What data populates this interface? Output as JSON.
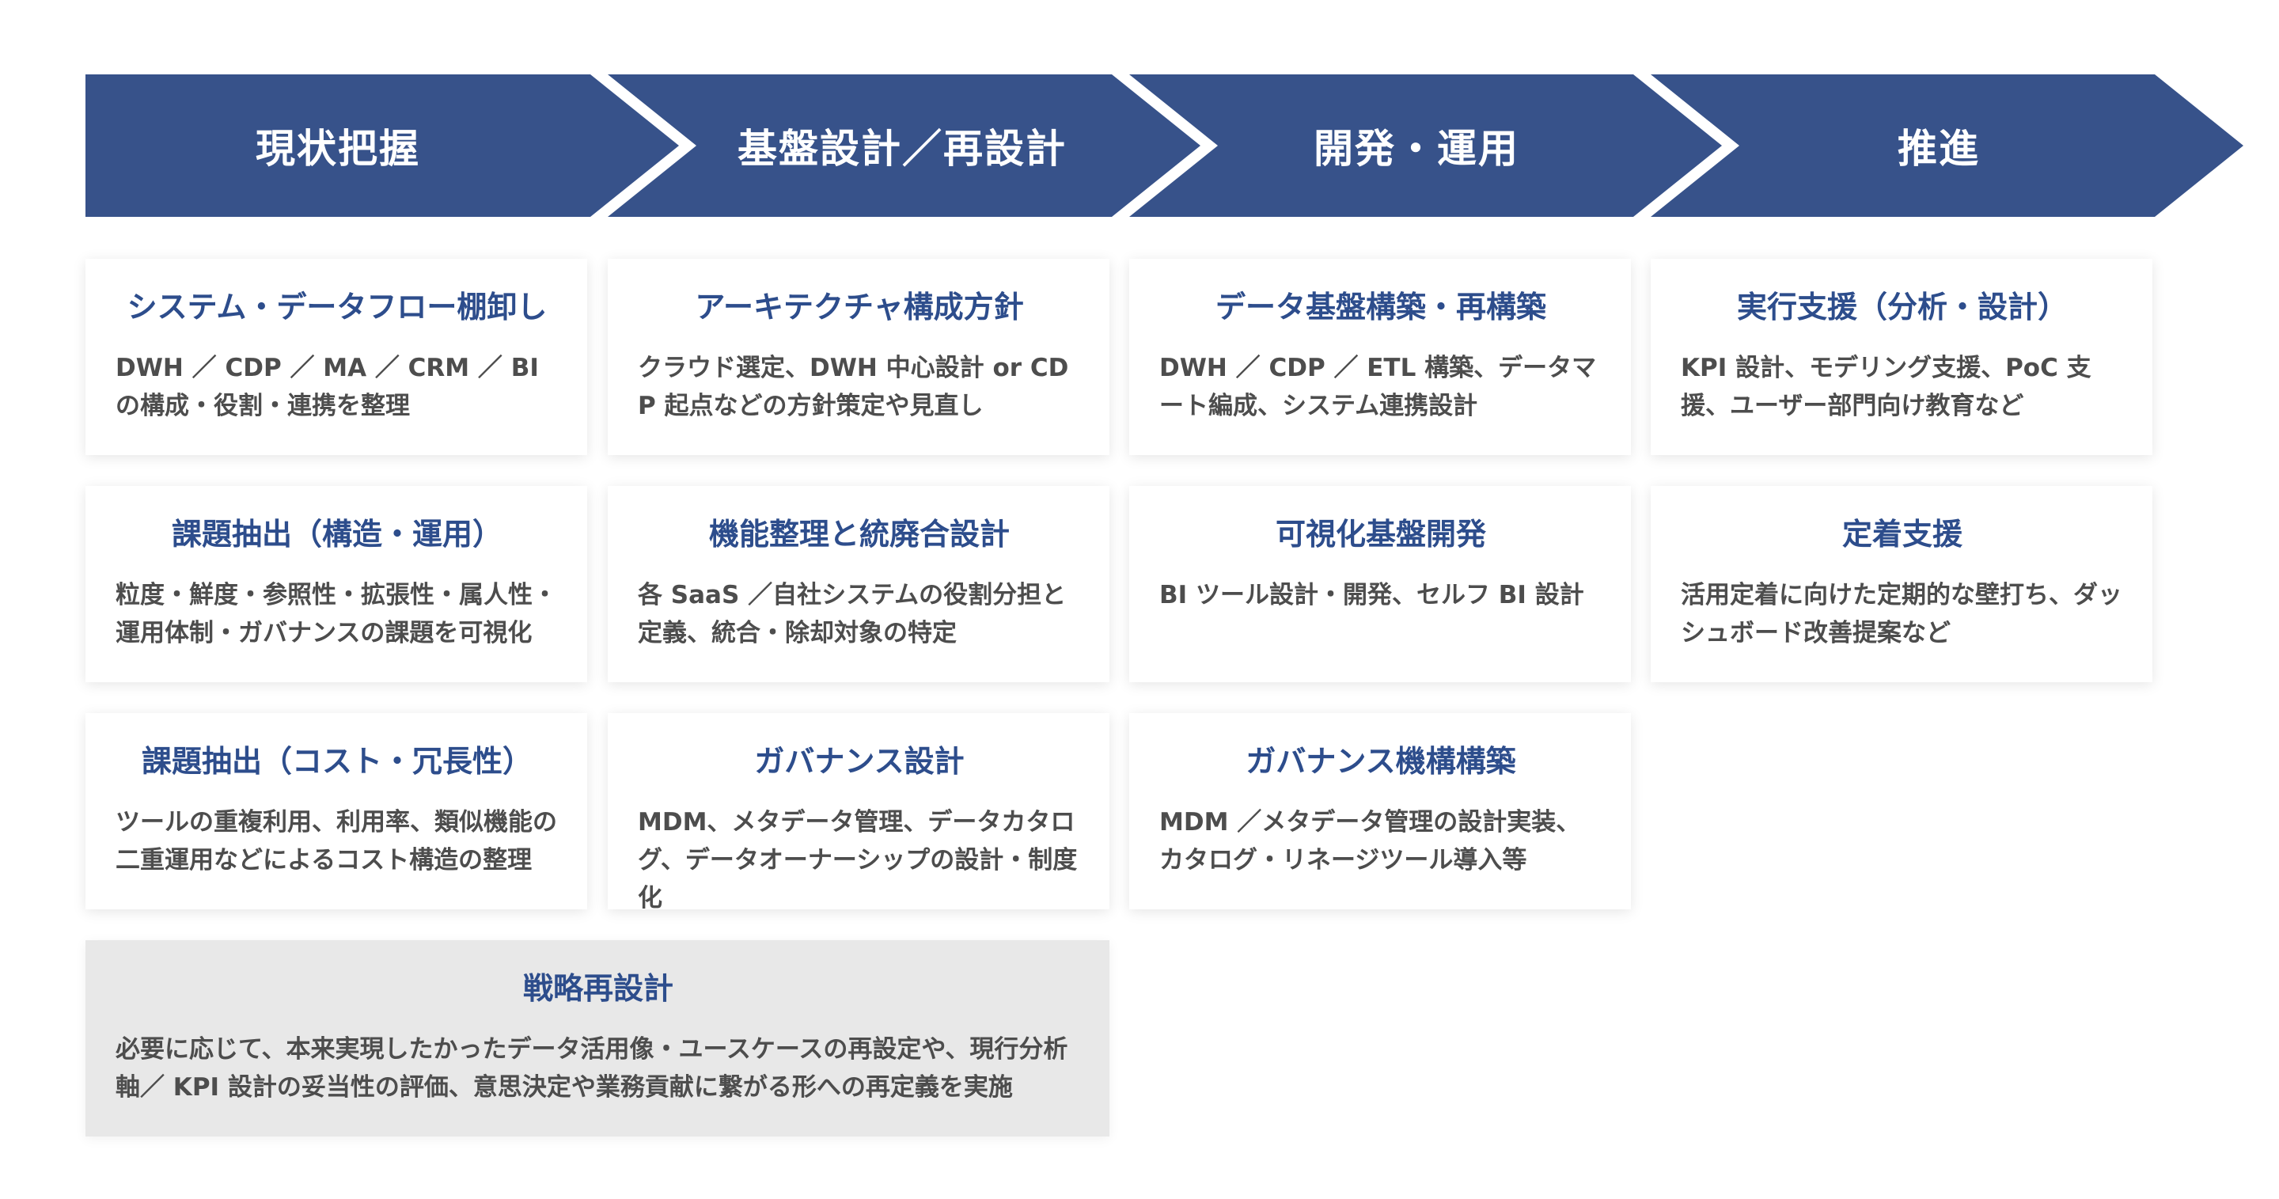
{
  "colors": {
    "phase_fill": "#37528a",
    "card_title": "#2d4d8c",
    "card_text": "#4d4d4d",
    "highlight_card_bg": "#e8e8e8"
  },
  "phases": [
    {
      "label": "現状把握"
    },
    {
      "label": "基盤設計／再設計"
    },
    {
      "label": "開発・運用"
    },
    {
      "label": "推進"
    }
  ],
  "columns": [
    {
      "cards": [
        {
          "title": "システム・データフロー棚卸し",
          "desc": "DWH ／ CDP ／ MA ／ CRM ／ BI の構成・役割・連携を整理"
        },
        {
          "title": "課題抽出（構造・運用）",
          "desc": "粒度・鮮度・参照性・拡張性・属人性・運用体制・ガバナンスの課題を可視化"
        },
        {
          "title": "課題抽出（コスト・冗長性）",
          "desc": "ツールの重複利用、利用率、類似機能の二重運用などによるコスト構造の整理"
        }
      ]
    },
    {
      "cards": [
        {
          "title": "アーキテクチャ構成方針",
          "desc": "クラウド選定、DWH 中心設計 or CDP 起点などの方針策定や見直し"
        },
        {
          "title": "機能整理と統廃合設計",
          "desc": "各 SaaS ／自社システムの役割分担と定義、統合・除却対象の特定"
        },
        {
          "title": "ガバナンス設計",
          "desc": "MDM、メタデータ管理、データカタログ、データオーナーシップの設計・制度化"
        }
      ]
    },
    {
      "cards": [
        {
          "title": "データ基盤構築・再構築",
          "desc": "DWH ／ CDP ／ ETL 構築、データマート編成、システム連携設計"
        },
        {
          "title": "可視化基盤開発",
          "desc": "BI ツール設計・開発、セルフ BI 設計"
        },
        {
          "title": "ガバナンス機構構築",
          "desc": "MDM ／メタデータ管理の設計実装、カタログ・リネージツール導入等"
        }
      ]
    },
    {
      "cards": [
        {
          "title": "実行支援（分析・設計）",
          "desc": "KPI 設計、モデリング支援、PoC 支援、ユーザー部門向け教育など"
        },
        {
          "title": "定着支援",
          "desc": "活用定着に向けた定期的な壁打ち、ダッシュボード改善提案など"
        }
      ]
    }
  ],
  "strategy": {
    "title": "戦略再設計",
    "desc": "必要に応じて、本来実現したかったデータ活用像・ユースケースの再設定や、現行分析軸／ KPI 設計の妥当性の評価、意思決定や業務貢献に繋がる形への再定義を実施"
  }
}
